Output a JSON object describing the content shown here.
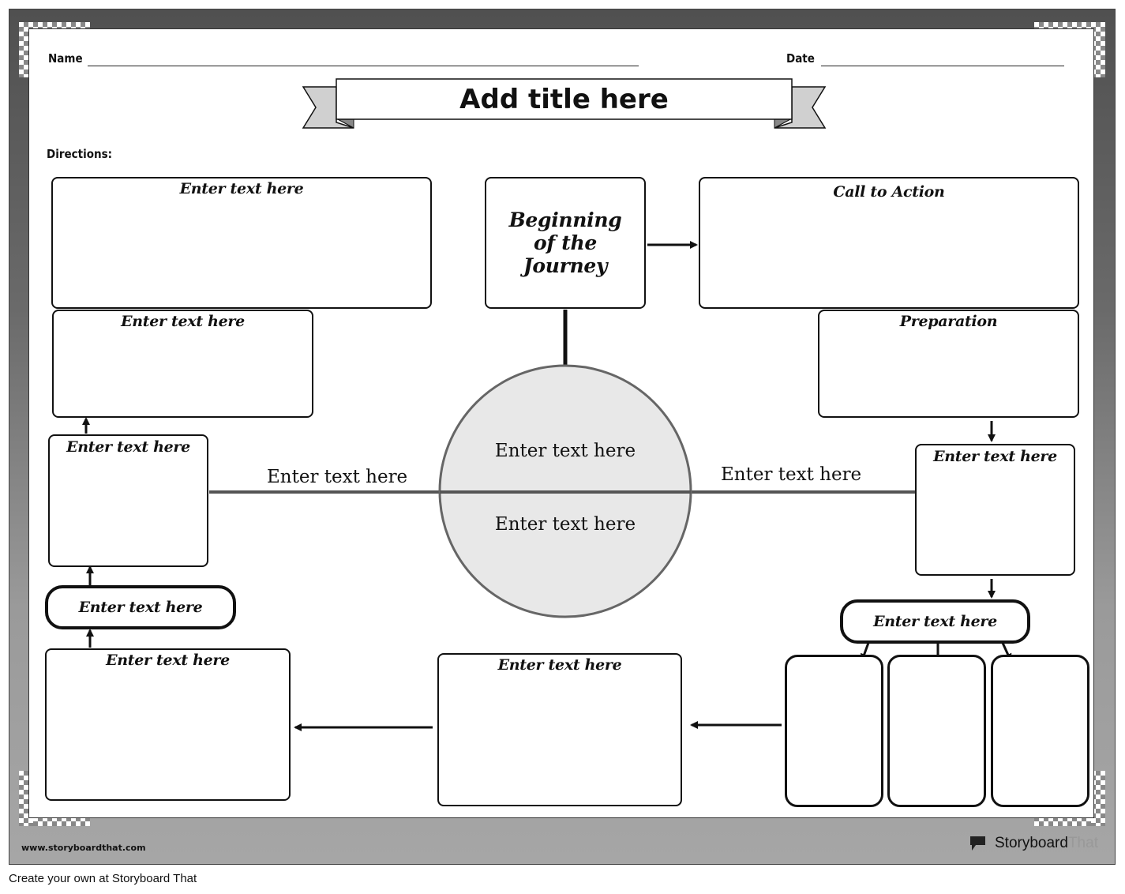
{
  "header": {
    "name_label": "Name",
    "date_label": "Date",
    "title": "Add title here",
    "directions_label": "Directions:"
  },
  "organizer": {
    "top_left_box": "Enter text here",
    "beginning_box": "Beginning of the Journey",
    "call_to_action_box": "Call to Action",
    "left_second_box": "Enter text here",
    "preparation_box": "Preparation",
    "left_middle_box": "Enter text here",
    "right_middle_box": "Enter text here",
    "left_pill": "Enter text here",
    "right_pill": "Enter text here",
    "bottom_left_box": "Enter text here",
    "bottom_center_box": "Enter text here",
    "circle_top": "Enter text here",
    "circle_bottom": "Enter text here",
    "line_left_label": "Enter text here",
    "line_right_label": "Enter text here"
  },
  "footer": {
    "website": "www.storyboardthat.com",
    "brand": "StoryboardThat",
    "brand_bold": "Storyboard",
    "brand_light": "That",
    "tagline": "Create your own at Storyboard That"
  }
}
